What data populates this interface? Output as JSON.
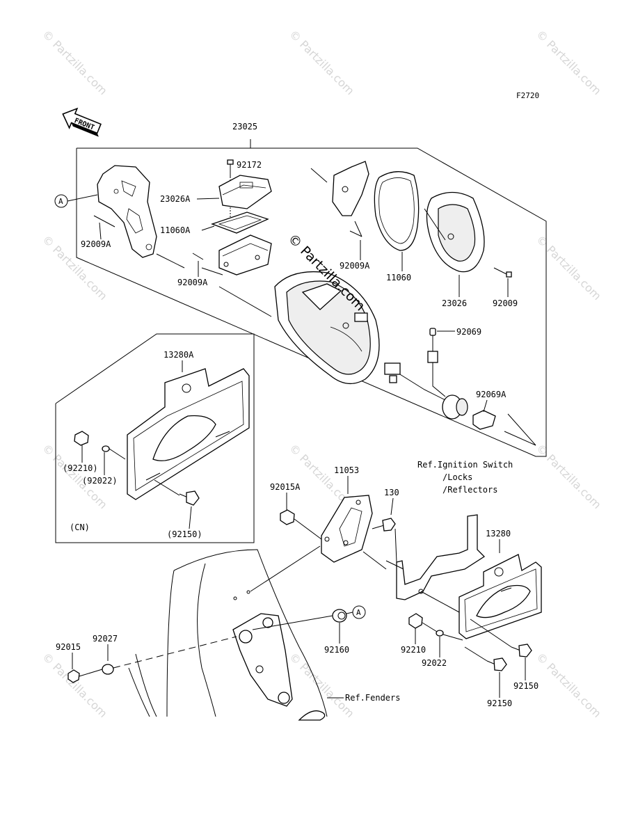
{
  "figure_code": "F2720",
  "front_label": "FRONT",
  "watermark_text": "© Partzilla.com",
  "center_watermark": "© Partzilla.com",
  "callout_letter": "A",
  "parts": {
    "p23025": "23025",
    "p92172": "92172",
    "p23026A": "23026A",
    "p11060A": "11060A",
    "p92009A_1": "92009A",
    "p92009A_2": "92009A",
    "p92009A_3": "92009A",
    "p11060": "11060",
    "p23026": "23026",
    "p92009": "92009",
    "p92069": "92069",
    "p92069A": "92069A",
    "p13280A": "13280A",
    "p92210_cn": "(92210)",
    "p92022_cn": "(92022)",
    "p92150_cn": "(92150)",
    "cn": "(CN)",
    "p11053": "11053",
    "p92015A": "92015A",
    "p130": "130",
    "p13280": "13280",
    "p92160": "92160",
    "p92210": "92210",
    "p92022": "92022",
    "p92150_a": "92150",
    "p92150_b": "92150",
    "p92015": "92015",
    "p92027": "92027"
  },
  "references": {
    "ignition_1": "Ref.Ignition Switch",
    "ignition_2": "/Locks",
    "ignition_3": "/Reflectors",
    "fenders": "Ref.Fenders"
  }
}
